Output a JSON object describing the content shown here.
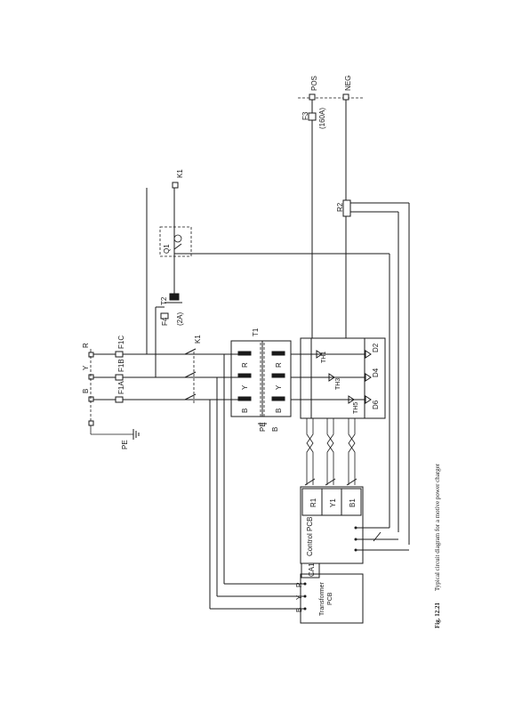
{
  "figure": {
    "caption_number": "Fig. 12.21",
    "caption_text": "Typical circuit diagram for a motive power charger"
  },
  "labels": {
    "phase_r": "R",
    "phase_y": "Y",
    "phase_b": "B",
    "earth": "PE",
    "fuse_f1a": "F1A",
    "fuse_f1b": "F1B",
    "fuse_f1c": "F1C",
    "contactor": "K1",
    "contactor_coil": "K1",
    "fuse_f4": "F4",
    "transformer_t2": "T2",
    "rating_2a": "(2A)",
    "breaker_q1": "Q1",
    "transformer_t1": "T1",
    "t1_pe": "PE",
    "t1_b": "B",
    "winding_r": "R",
    "winding_y": "Y",
    "winding_b": "B",
    "thyristor_1": "TH1",
    "thyristor_3": "TH3",
    "thyristor_5": "TH5",
    "diode_d2": "D2",
    "diode_d4": "D4",
    "diode_d6": "D6",
    "pos": "POS",
    "neg": "NEG",
    "fuse_f3": "F3",
    "rating_160a": "(160A)",
    "shunt_r2": "R2",
    "control_pcb": "Control PCB",
    "pcb_r1": "R1",
    "pcb_y1": "Y1",
    "pcb_b1": "B1",
    "transformer_pcb_line1": "Transformer",
    "transformer_pcb_line2": "PCB",
    "ca1": "CA1",
    "tpcb_r": "R",
    "tpcb_y": "Y",
    "tpcb_b": "B"
  },
  "colors": {
    "ink": "#1a1a1a",
    "paper": "#ffffff"
  }
}
